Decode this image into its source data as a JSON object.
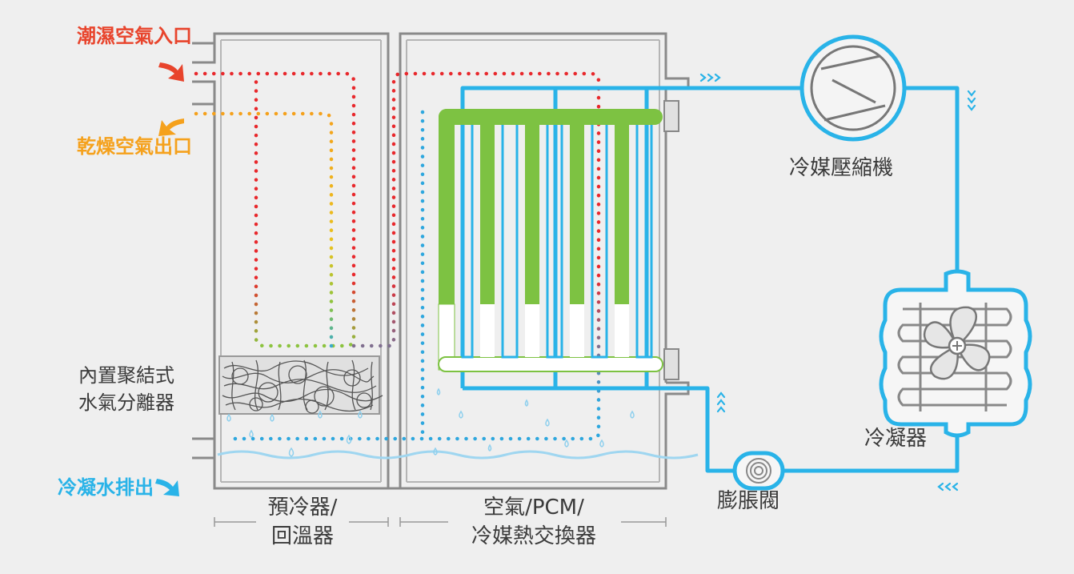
{
  "labels": {
    "humid_air_inlet": "潮濕空氣入口",
    "dry_air_outlet": "乾燥空氣出口",
    "coalescing_separator": [
      "內置聚結式",
      "水氣分離器"
    ],
    "condensate_drain": "冷凝水排出",
    "precooler_reheater": [
      "預冷器/",
      "回溫器"
    ],
    "air_pcm_exchanger": [
      "空氣/PCM/",
      "冷媒熱交換器"
    ],
    "refrigerant_compressor": "冷媒壓縮機",
    "condenser": "冷凝器",
    "expansion_valve": "膨脹閥"
  },
  "colors": {
    "humid_air": "#e8282c",
    "dry_air": "#f5a11c",
    "mid_air": "#8cc43f",
    "cold_air": "#2ea7de",
    "refrigerant": "#29b3e8",
    "pcm": "#7dc242",
    "label_dark": "#3a3a3a",
    "outline": "#8a8a8a",
    "background": "#efefef"
  }
}
